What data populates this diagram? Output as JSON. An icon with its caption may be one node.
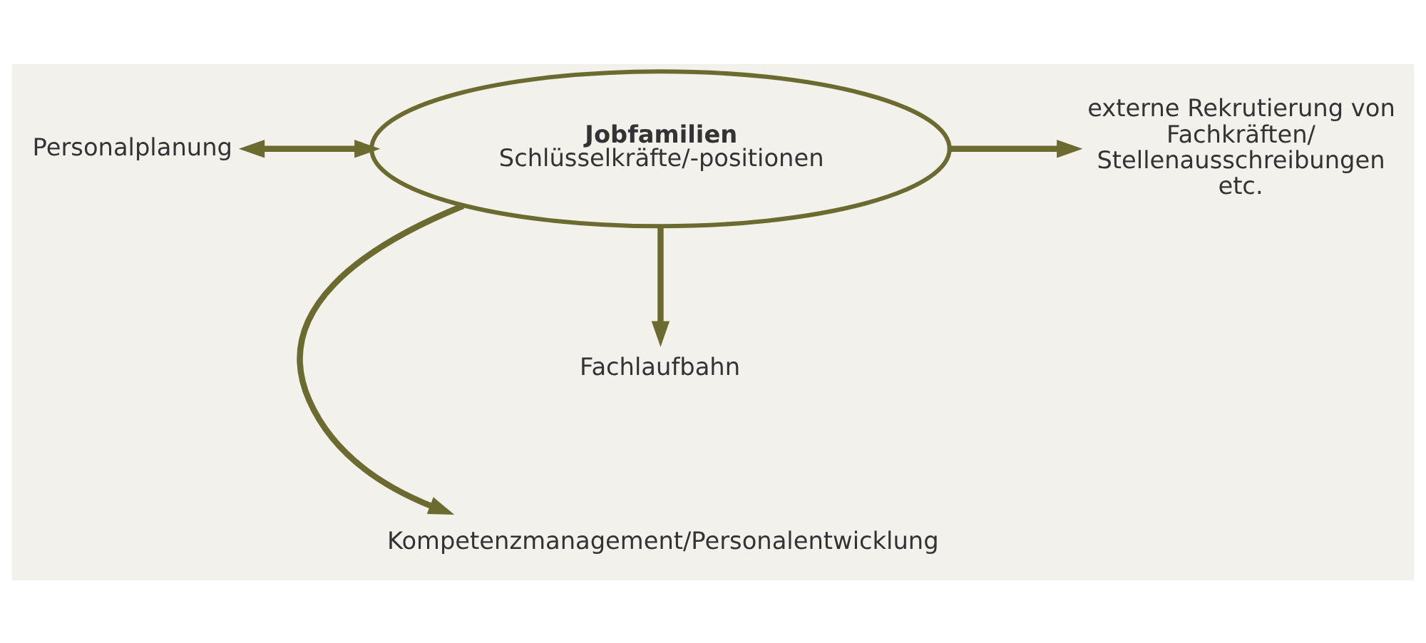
{
  "diagram": {
    "nodes": [
      {
        "text": [
          "Jobfamilien",
          "Schlüsselkräfte/-positionen"
        ]
      },
      {
        "text": [
          "Kompetenzmanagement/Personalentwicklung"
        ]
      },
      {
        "text": [
          "Personalplanung"
        ]
      },
      {
        "text": [
          "externe Rekrutierung von Fachkräften/ Stellenausschreibungen etc."
        ]
      },
      {
        "text": [
          "Fachlaufbahn"
        ]
      }
    ],
    "edges": [
      {
        "from": 0,
        "to": 1,
        "arrow": "to"
      },
      {
        "from": 2,
        "to": 0,
        "arrow": "both"
      },
      {
        "from": 0,
        "to": 3,
        "arrow": "to"
      },
      {
        "from": 0,
        "to": 4,
        "arrow": "to"
      }
    ]
  }
}
